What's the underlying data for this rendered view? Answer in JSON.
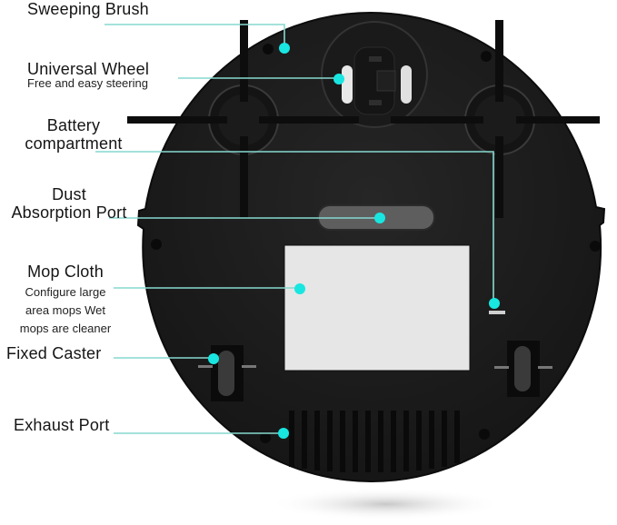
{
  "diagram": {
    "subject": "Robot vacuum cleaner - bottom view",
    "accent_color": "#19e6e0",
    "line_color": "#7fd6cc",
    "body_color": "#1c1c1c"
  },
  "callouts": [
    {
      "id": "sweeping-brush",
      "title": "Sweeping Brush",
      "subtitle": ""
    },
    {
      "id": "universal-wheel",
      "title": "Universal Wheel",
      "subtitle": "Free and easy steering"
    },
    {
      "id": "battery-compartment",
      "title_line1": "Battery",
      "title_line2": "compartment"
    },
    {
      "id": "dust-absorption-port",
      "title_line1": "Dust",
      "title_line2": "Absorption Port"
    },
    {
      "id": "mop-cloth",
      "title": "Mop Cloth",
      "sub_line1": "Configure large",
      "sub_line2": "area mops Wet",
      "sub_line3": "mops are cleaner"
    },
    {
      "id": "fixed-caster",
      "title": "Fixed Caster"
    },
    {
      "id": "exhaust-port",
      "title": "Exhaust Port"
    }
  ]
}
